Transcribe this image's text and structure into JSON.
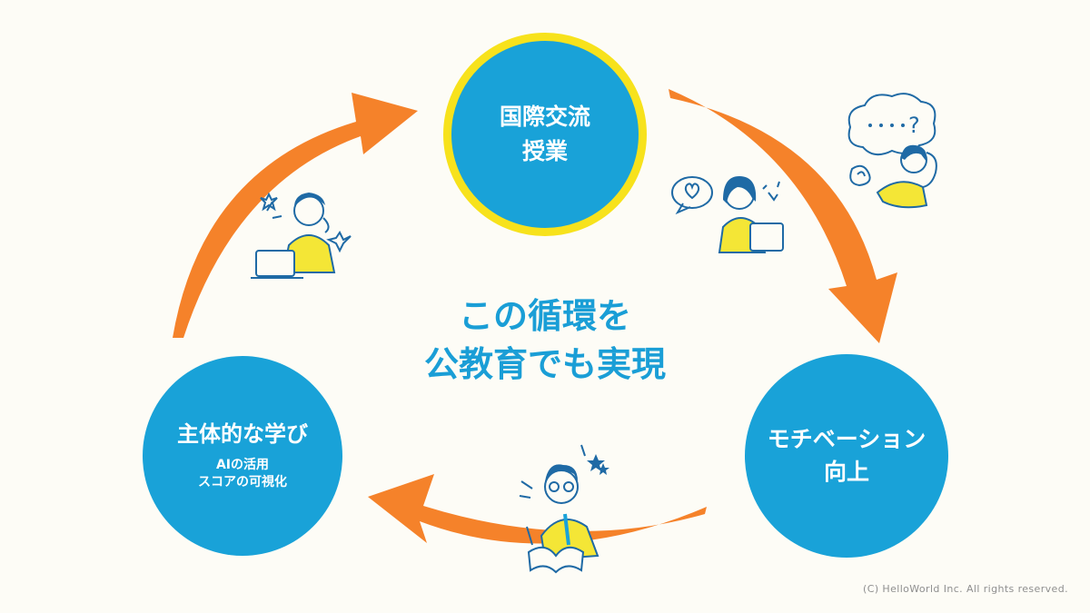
{
  "cycle": {
    "top_node": {
      "line1": "国際交流",
      "line2": "授業"
    },
    "right_node": {
      "line1": "モチベーション",
      "line2": "向上"
    },
    "left_node": {
      "title": "主体的な学び",
      "sub1": "AIの活用",
      "sub2": "スコアの可視化"
    },
    "center_text": {
      "line1": "この循環を",
      "line2": "公教育でも実現"
    }
  },
  "footer": {
    "copyright": "(C) HelloWorld Inc. All rights reserved."
  },
  "colors": {
    "circle": "#19a2d8",
    "ring": "#f7e21c",
    "arrow": "#f5822a",
    "center_text": "#1a9ed6",
    "background": "#fdfcf6"
  },
  "illustrations": {
    "pc_student": "student-with-laptop",
    "heart_student": "student-heart-speech",
    "confused_student": "confused-student-thought",
    "reading_student": "student-reading-book"
  }
}
